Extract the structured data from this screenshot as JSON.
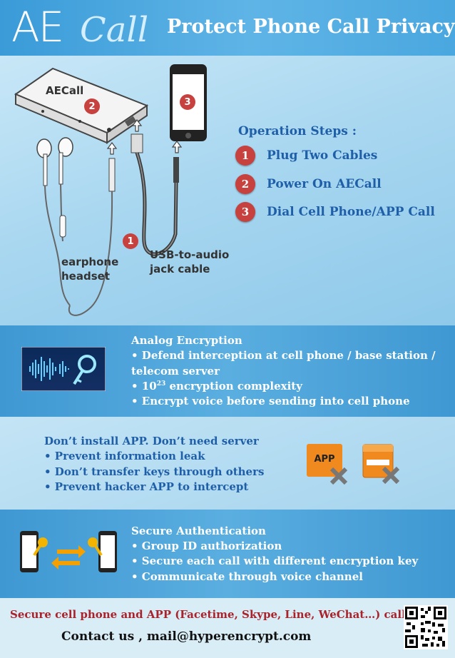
{
  "header": {
    "logo_ae": "AE",
    "logo_call": "Call",
    "title": "Protect Phone Call Privacy"
  },
  "device": {
    "box_label": "AECall",
    "badge_box": "2",
    "badge_phone": "3",
    "badge_cable": "1",
    "earphone_label_1": "earphone",
    "earphone_label_2": "headset",
    "cable_label_1": "USB-to-audio",
    "cable_label_2": "jack cable"
  },
  "operation": {
    "heading": "Operation Steps :",
    "steps": [
      {
        "num": "1",
        "label": "Plug Two Cables"
      },
      {
        "num": "2",
        "label": "Power On AECall"
      },
      {
        "num": "3",
        "label": "Dial Cell Phone/APP Call"
      }
    ]
  },
  "analog": {
    "title": "Analog Encryption",
    "items": [
      "• Defend interception at cell phone / base station /",
      "telecom server",
      "• 10",
      "23",
      " encryption complexity",
      "• Encrypt voice before sending into cell phone"
    ]
  },
  "noapp": {
    "title": "Don’t install APP.  Don’t need server",
    "items": [
      "• Prevent information leak",
      "• Don’t transfer keys through others",
      "• Prevent hacker APP to intercept"
    ],
    "app_icon_label": "APP"
  },
  "auth": {
    "title": "Secure Authentication",
    "items": [
      "• Group ID authorization",
      "• Secure each call with different encryption key",
      "• Communicate  through voice channel"
    ]
  },
  "footer": {
    "line1": "Secure cell phone and APP (Facetime, Skype, Line, WeChat…) call",
    "line2": "Contact us , mail@hyperencrypt.com"
  },
  "colors": {
    "accent_blue": "#1f5fa8",
    "step_red": "#c7413f",
    "footer_red": "#a8232b"
  }
}
